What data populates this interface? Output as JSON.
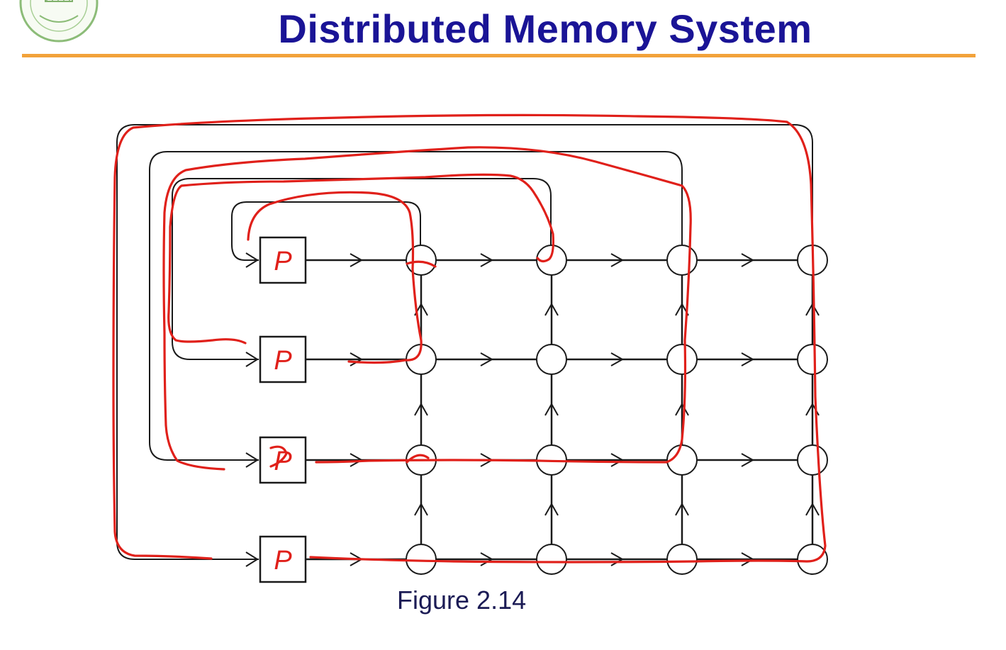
{
  "slide": {
    "title": "Distributed Memory System",
    "caption": "Figure 2.14"
  },
  "diagram": {
    "type": "mesh-interconnect",
    "grid_rows": 4,
    "grid_cols": 4,
    "processor_labels": [
      "P",
      "P",
      "P",
      "P"
    ],
    "colors": {
      "title": "#1a1496",
      "rule": "#f2a23a",
      "wire": "#1a1a1a",
      "annotation": "#e0201a",
      "logo": "#7fb06a"
    }
  }
}
